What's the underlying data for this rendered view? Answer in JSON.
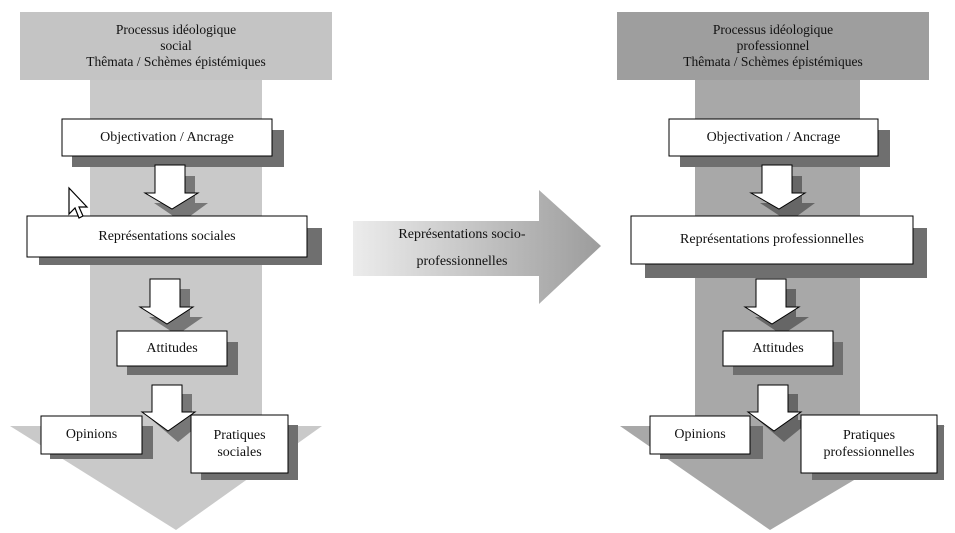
{
  "left": {
    "header": [
      "Processus idéologique",
      "social",
      "Thêmata / Schèmes épistémiques"
    ],
    "objectivation": "Objectivation / Ancrage",
    "representations": "Représentations sociales",
    "attitudes": "Attitudes",
    "opinions": "Opinions",
    "pratiques": [
      "Pratiques",
      "sociales"
    ]
  },
  "middle": {
    "label": [
      "Représentations socio-",
      "professionnelles"
    ]
  },
  "right": {
    "header": [
      "Processus idéologique",
      "professionnel",
      "Thêmata / Schèmes épistémiques"
    ],
    "objectivation": "Objectivation / Ancrage",
    "representations": "Représentations professionnelles",
    "attitudes": "Attitudes",
    "opinions": "Opinions",
    "pratiques": [
      "Pratiques",
      "professionnelles"
    ]
  },
  "colors": {
    "left_header": "#c4c4c4",
    "left_arrow": "#c9c9c9",
    "right_header": "#9e9e9e",
    "right_arrow": "#a8a8a8",
    "shadow": "#6f6f6f",
    "middle_arrow_from": "#ececec",
    "middle_arrow_to": "#9c9c9c"
  },
  "icons": [
    "mouse-cursor-icon"
  ]
}
